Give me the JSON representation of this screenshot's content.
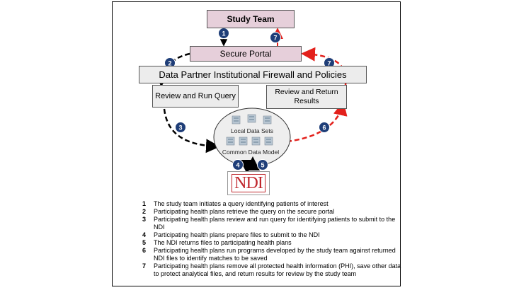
{
  "boxes": {
    "study_team": "Study Team",
    "secure_portal": "Secure Portal",
    "firewall": "Data Partner Institutional Firewall and Policies",
    "review_run": "Review and Run Query",
    "review_return": "Review and Return Results",
    "local_data_sets": "Local Data Sets",
    "common_data_model": "Common Data Model",
    "ndi_logo": "NDI"
  },
  "badges": [
    "1",
    "2",
    "3",
    "4",
    "5",
    "6",
    "7",
    "7"
  ],
  "colors": {
    "badge": "#1f3e78",
    "black_arrow": "#000000",
    "red_arrow": "#e3201b",
    "box_purple": "#e6cfda",
    "box_gray": "#ececec"
  },
  "steps": [
    {
      "num": "1",
      "text": "The study team initiates a query identifying patients of interest"
    },
    {
      "num": "2",
      "text": "Participating health plans retrieve the query on the secure portal"
    },
    {
      "num": "3",
      "text": "Participating health plans review and run query for identifying patients to submit to the NDI"
    },
    {
      "num": "4",
      "text": "Participating health plans prepare files to submit to the NDI"
    },
    {
      "num": "5",
      "text": "The NDI returns files to participating health plans"
    },
    {
      "num": "6",
      "text": "Participating health plans run programs developed by the study team against returned NDI files to identify matches to be saved"
    },
    {
      "num": "7",
      "text": "Participating health plans remove all protected health information (PHI), save other data to protect analytical  files, and return results for review by the study team"
    }
  ]
}
